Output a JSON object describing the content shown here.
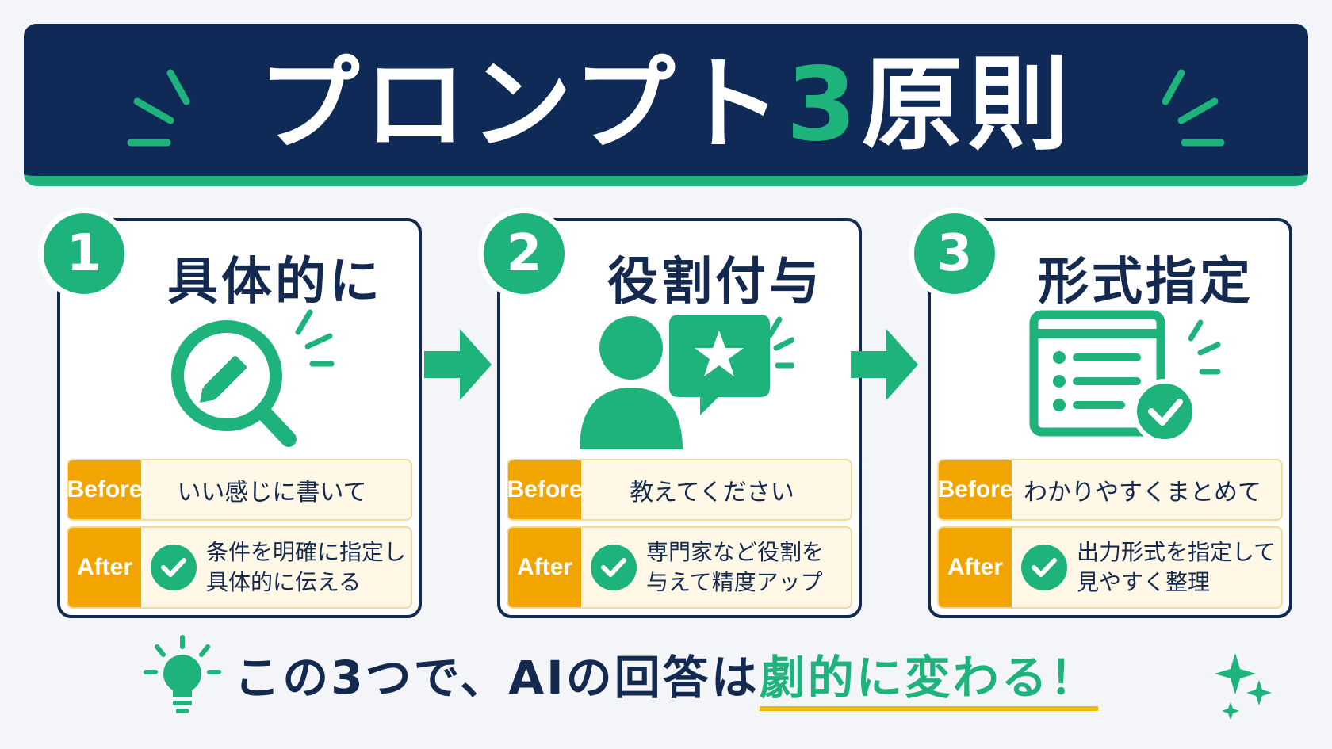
{
  "banner": {
    "title_pre": "プロンプト",
    "title_num": "3",
    "title_post": "原則"
  },
  "colors": {
    "navy": "#0f2a57",
    "green": "#1db37a",
    "orange": "#f2a500",
    "cream": "#fff8e6"
  },
  "cards": [
    {
      "number": "1",
      "title": "具体的に",
      "icon": "magnifier-pencil-icon",
      "before_tag": "Before",
      "before_text": "いい感じに書いて",
      "after_tag": "After",
      "after_line1": "条件を明確に指定し",
      "after_line2": "具体的に伝える"
    },
    {
      "number": "2",
      "title": "役割付与",
      "icon": "person-star-bubble-icon",
      "before_tag": "Before",
      "before_text": "教えてください",
      "after_tag": "After",
      "after_line1": "専門家など役割を",
      "after_line2": "与えて精度アップ"
    },
    {
      "number": "3",
      "title": "形式指定",
      "icon": "checklist-icon",
      "before_tag": "Before",
      "before_text": "わかりやすくまとめて",
      "after_tag": "After",
      "after_line1": "出力形式を指定して",
      "after_line2": "見やすく整理"
    }
  ],
  "bottom": {
    "text_pre": "この3つで、AIの回答は",
    "text_highlight": "劇的に変わる！"
  }
}
